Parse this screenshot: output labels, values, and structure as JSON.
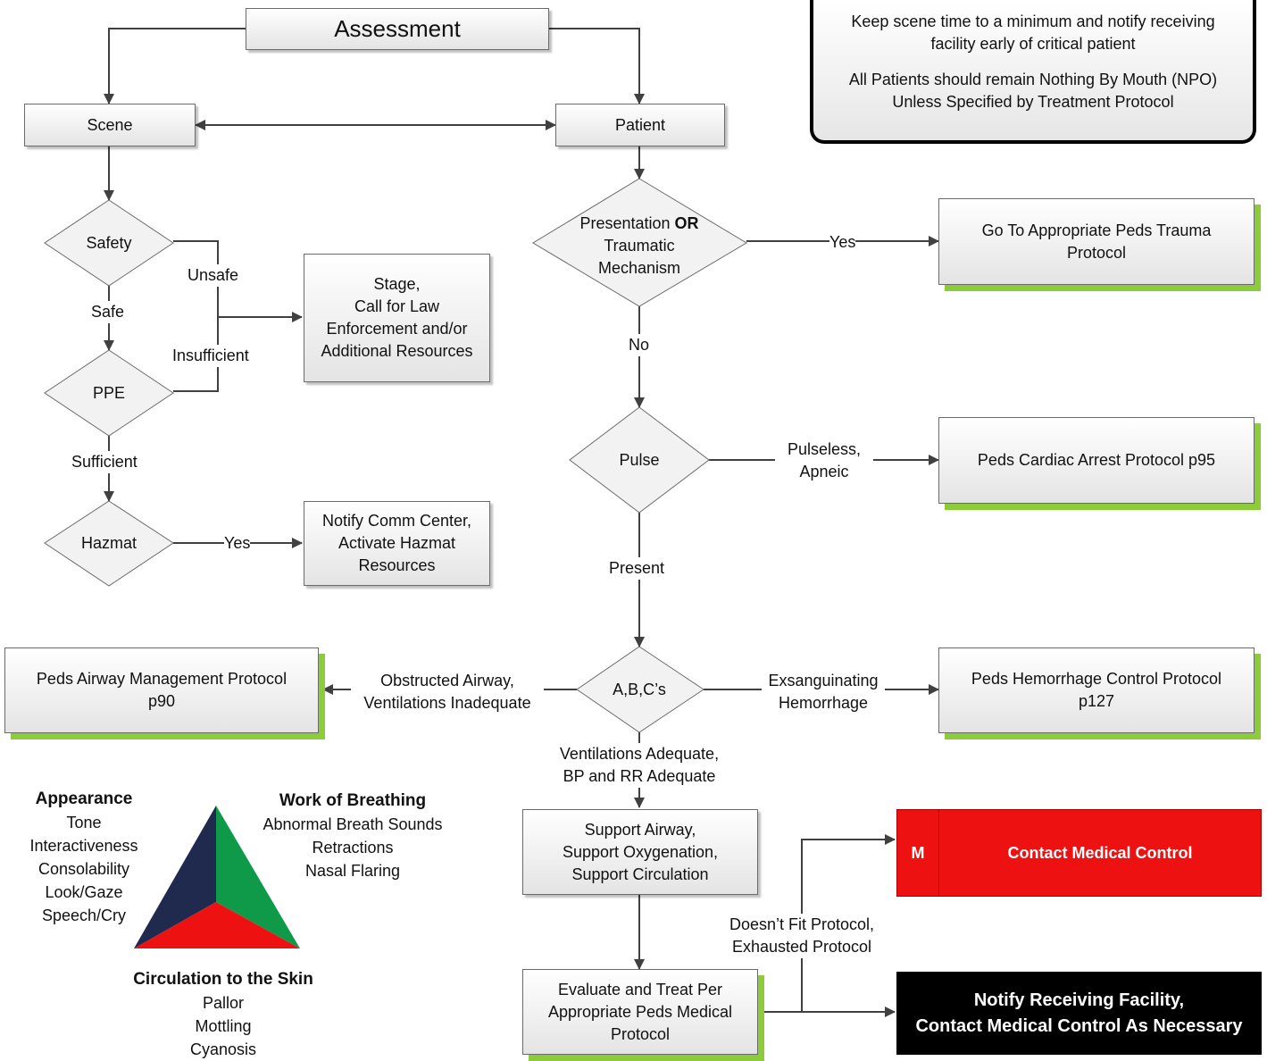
{
  "notes": {
    "scene_time": "Keep scene time to a minimum and notify receiving\nfacility early of critical patient",
    "npo": "All Patients should remain Nothing By Mouth (NPO)\nUnless Specified by Treatment Protocol"
  },
  "nodes": {
    "assessment": "Assessment",
    "scene": "Scene",
    "patient": "Patient",
    "safety": "Safety",
    "ppe": "PPE",
    "hazmat": "Hazmat",
    "stage": "Stage,\nCall for Law\nEnforcement and/or\nAdditional Resources",
    "notify_comm": "Notify Comm Center,\nActivate Hazmat\nResources",
    "presentation_pre": "Presentation ",
    "presentation_or": "OR",
    "presentation_post": "\nTraumatic\nMechanism",
    "trauma": "Go To Appropriate Peds Trauma\nProtocol",
    "pulse": "Pulse",
    "cardiac": "Peds Cardiac Arrest Protocol  p95",
    "abcs": "A,B,C’s",
    "airway": "Peds Airway Management Protocol\np90",
    "hemorrhage": "Peds Hemorrhage Control Protocol\np127",
    "support": "Support Airway,\nSupport Oxygenation,\nSupport Circulation",
    "evaluate": "Evaluate and Treat Per\nAppropriate Peds Medical\nProtocol",
    "medical_control_letter": "M",
    "medical_control": "Contact Medical Control",
    "notify_facility": "Notify Receiving Facility,\nContact Medical Control As Necessary"
  },
  "edge_labels": {
    "unsafe": "Unsafe",
    "safe": "Safe",
    "insufficient": "Insufficient",
    "sufficient": "Sufficient",
    "hazmat_yes": "Yes",
    "trauma_yes": "Yes",
    "no": "No",
    "pulseless": "Pulseless,\nApneic",
    "present": "Present",
    "obstructed": "Obstructed Airway,\nVentilations Inadequate",
    "exsanguinating": "Exsanguinating\nHemorrhage",
    "adequate": "Ventilations Adequate,\nBP and RR Adequate",
    "doesnt_fit": "Doesn’t Fit Protocol,\nExhausted Protocol"
  },
  "triangle": {
    "appearance_title": "Appearance",
    "appearance_items": "Tone\nInteractiveness\nConsolability\nLook/Gaze\nSpeech/Cry",
    "wob_title": "Work of Breathing",
    "wob_items": "Abnormal Breath Sounds\nRetractions\nNasal Flaring",
    "circ_title": "Circulation to the Skin",
    "circ_items": "Pallor\nMottling\nCyanosis",
    "colors": {
      "appearance": "#1f2a4e",
      "work_of_breathing": "#0f9a4a",
      "circulation": "#ee1111"
    }
  },
  "colors": {
    "accent_shadow": "#8ccc3a",
    "medical_control": "#ee1111",
    "notify": "#000000"
  }
}
